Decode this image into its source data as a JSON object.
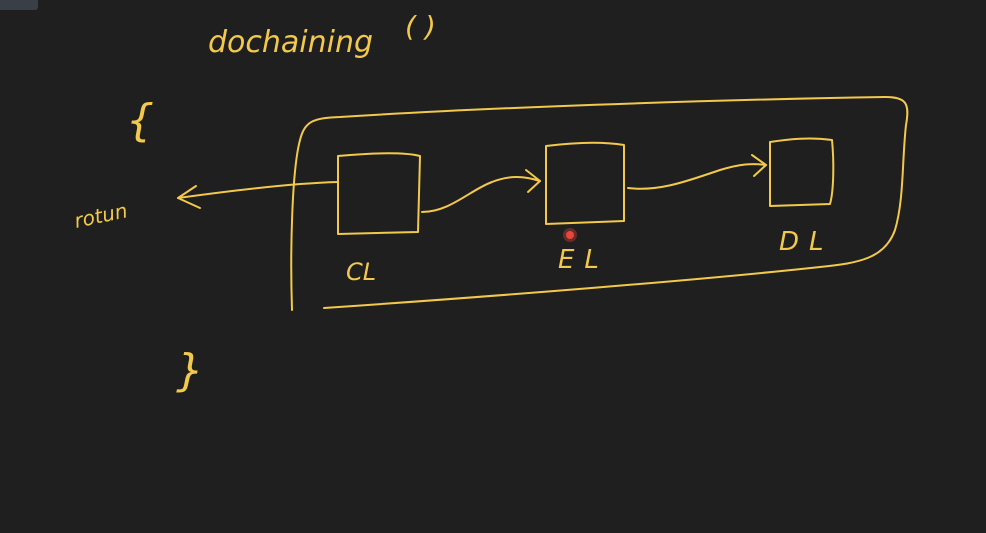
{
  "canvas": {
    "background": "#1f1f1f",
    "ink_color": "#f2c94c",
    "pointer_color": "#e8463a"
  },
  "header": {
    "function_name": "dochaining",
    "parens": "( )"
  },
  "braces": {
    "open": "{",
    "close": "}"
  },
  "return_label": "rotun",
  "chain": {
    "nodes": [
      {
        "label": "CL"
      },
      {
        "label": "EL"
      },
      {
        "label": "DL"
      }
    ]
  }
}
